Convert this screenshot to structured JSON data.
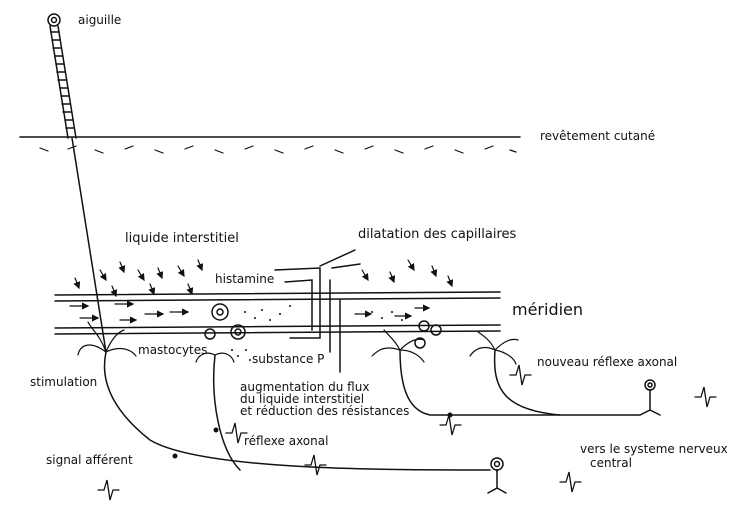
{
  "labels": {
    "needle": "aiguille",
    "skin": "revêtement cutané",
    "interstitial": "liquide interstitiel",
    "dilation": "dilatation des capillaires",
    "histamine": "histamine",
    "meridian": "méridien",
    "mastocytes": "mastocytes",
    "substance_p": "substance P",
    "new_reflex": "nouveau réflexe axonal",
    "stimulation": "stimulation",
    "flux_line1": "augmentation du flux",
    "flux_line2": "du liquide interstitiel",
    "flux_line3": "et réduction des résistances",
    "axon_reflex": "réflexe axonal",
    "afferent": "signal afférent",
    "central_line1": "vers le systeme nerveux",
    "central_line2": "central"
  },
  "colors": {
    "ink": "#111111",
    "paper": "#ffffff"
  }
}
